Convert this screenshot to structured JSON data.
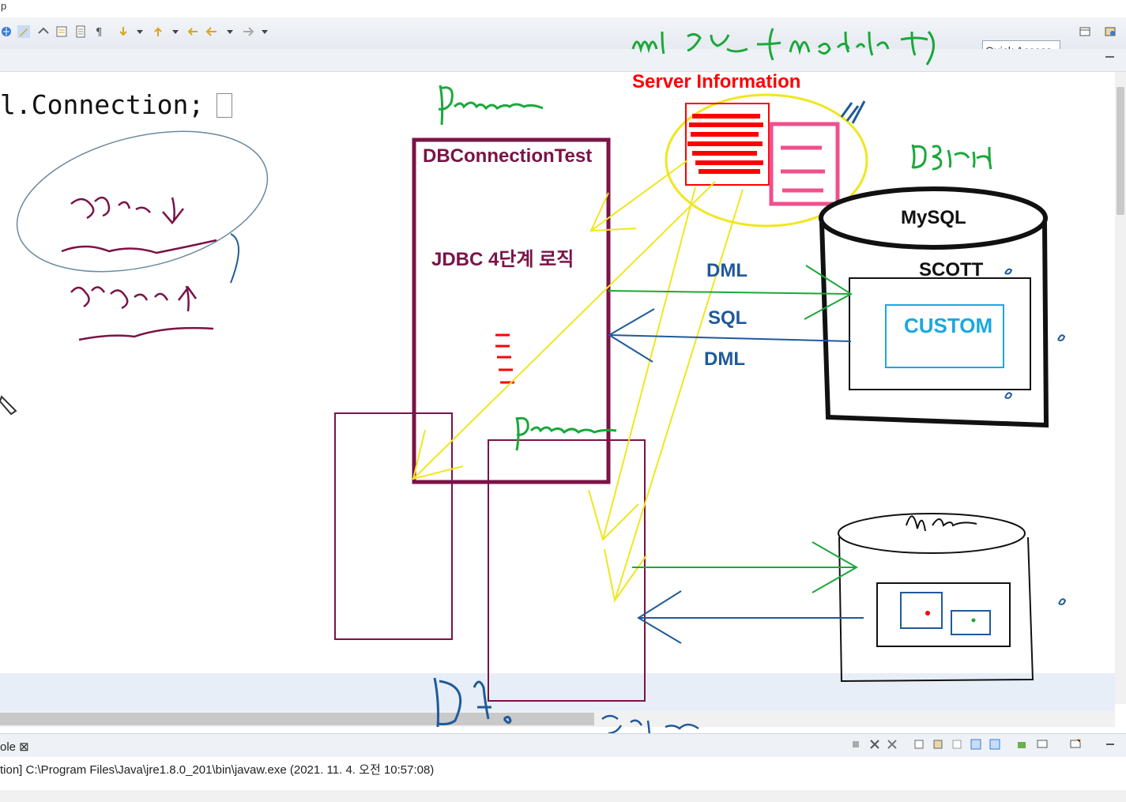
{
  "window": {
    "top_strip_text": "p"
  },
  "toolbar": {
    "quick_access_label": "Quick Access",
    "icons": [
      "globe-icon",
      "pencil-icon",
      "compare-icon",
      "task-icon",
      "page-icon",
      "pilcrow-icon",
      "next-annotation-icon",
      "prev-annotation-icon",
      "back-icon",
      "forward-icon",
      "nav-forward-icon"
    ]
  },
  "editor": {
    "code_line": "l.Connection;"
  },
  "diagram": {
    "server_information_label": "Server Information",
    "program_box_title": "DBConnectionTest",
    "program_box_body": "JDBC 4단계 로직",
    "mysql_label": "MySQL",
    "scott_label": "SCOTT",
    "custom_label": "CUSTOM",
    "arrow_labels": [
      "DML",
      "SQL",
      "DML"
    ]
  },
  "console": {
    "tab_label": "ole ⊠",
    "launch_text": "tion] C:\\Program Files\\Java\\jre1.8.0_201\\bin\\javaw.exe (2021. 11. 4. 오전 10:57:08)"
  },
  "colors": {
    "maroon": "#7a1347",
    "red": "#ff0000",
    "pink": "#f0508c",
    "yellow": "#f0e620",
    "green_ink": "#1aa83a",
    "blue_ink": "#1f5a9a",
    "cyan": "#1aa8e0",
    "grayblue_ink": "#6b8aa0"
  }
}
